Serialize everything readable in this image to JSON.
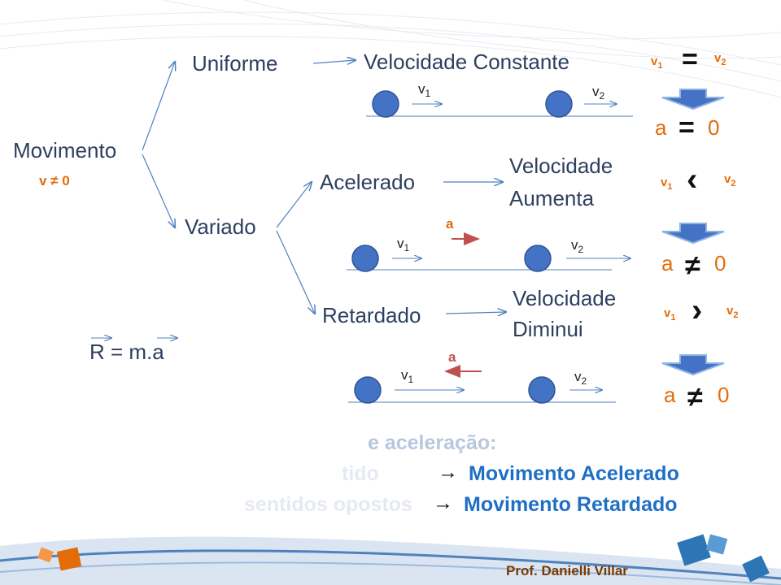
{
  "diagram": {
    "root": {
      "label": "Movimento",
      "condition": "v ≠ 0"
    },
    "uniforme": {
      "label": "Uniforme",
      "result": "Velocidade Constante"
    },
    "variado": {
      "label": "Variado"
    },
    "acelerado": {
      "label": "Acelerado",
      "result_line1": "Velocidade",
      "result_line2": "Aumenta"
    },
    "retardado": {
      "label": "Retardado",
      "result_line1": "Velocidade",
      "result_line2": "Diminui"
    },
    "formula": "R = m.a",
    "velocity": {
      "v": "v",
      "sub1": "1",
      "sub2": "2"
    },
    "acceleration_label": "a",
    "comparisons": {
      "uniforme": {
        "v1": "v",
        "v1_sub": "1",
        "v2": "v",
        "v2_sub": "2",
        "symbol": "=",
        "a": "a",
        "a_symbol": "=",
        "a_value": "0"
      },
      "acelerado": {
        "v1": "v",
        "v1_sub": "1",
        "v2": "v",
        "v2_sub": "2",
        "symbol": "‹",
        "a": "a",
        "a_symbol": "≠",
        "a_value": "0"
      },
      "retardado": {
        "v1": "v",
        "v1_sub": "1",
        "v2": "v",
        "v2_sub": "2",
        "symbol": "›",
        "a": "a",
        "a_symbol": "≠",
        "a_value": "0"
      }
    }
  },
  "bottom": {
    "line1": "e aceleração:",
    "line2_faded": "tido",
    "line2_result": "Movimento Acelerado",
    "line3_faded": "sentidos opostos",
    "line3_result": "Movimento Retardado",
    "arrow": "→"
  },
  "footer": {
    "author": "Prof. Danielli Villar"
  },
  "colors": {
    "ball": "#4472c4",
    "arrow": "#4f81bd",
    "accel_arrow": "#c0504d",
    "accent": "#e36c09",
    "title": "#2d3f5f"
  }
}
